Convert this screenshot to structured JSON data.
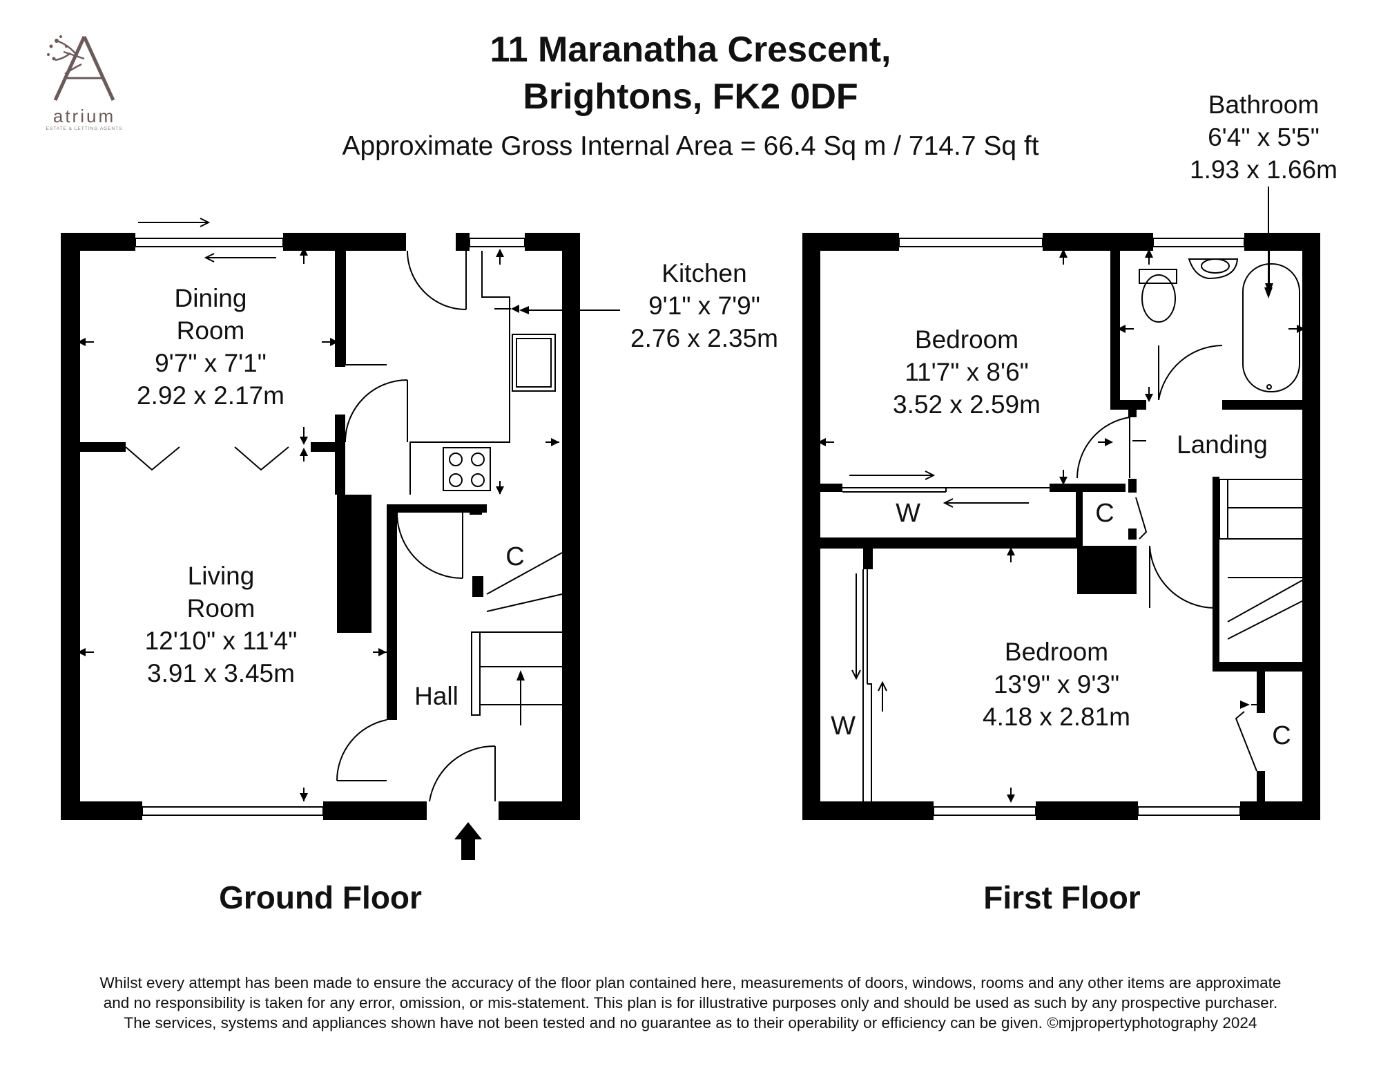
{
  "header": {
    "title_line1": "11 Maranatha Crescent,",
    "title_line2": "Brightons, FK2 0DF",
    "area": "Approximate Gross Internal Area = 66.4 Sq m / 714.7 Sq ft"
  },
  "logo": {
    "name": "atrium",
    "tagline": "ESTATE & LETTING AGENTS",
    "icon": "letter-a-tree-logo"
  },
  "ground_floor": {
    "label": "Ground Floor",
    "rooms": {
      "dining": {
        "name1": "Dining",
        "name2": "Room",
        "imperial": "9'7\" x 7'1\"",
        "metric": "2.92 x 2.17m"
      },
      "kitchen": {
        "name": "Kitchen",
        "imperial": "9'1\" x 7'9\"",
        "metric": "2.76 x 2.35m"
      },
      "living": {
        "name1": "Living",
        "name2": "Room",
        "imperial": "12'10\" x 11'4\"",
        "metric": "3.91 x 3.45m"
      },
      "hall": {
        "name": "Hall"
      },
      "cupboard": {
        "name": "C"
      }
    }
  },
  "first_floor": {
    "label": "First Floor",
    "rooms": {
      "bathroom": {
        "name": "Bathroom",
        "imperial": "6'4\" x 5'5\"",
        "metric": "1.93 x 1.66m"
      },
      "bedroom1": {
        "name": "Bedroom",
        "imperial": "11'7\" x 8'6\"",
        "metric": "3.52 x 2.59m"
      },
      "bedroom2": {
        "name": "Bedroom",
        "imperial": "13'9\" x 9'3\"",
        "metric": "4.18 x 2.81m"
      },
      "landing": {
        "name": "Landing"
      },
      "wardrobe1": {
        "name": "W"
      },
      "wardrobe2": {
        "name": "W"
      },
      "cupboard1": {
        "name": "C"
      },
      "cupboard2": {
        "name": "C"
      }
    }
  },
  "disclaimer": {
    "line1": "Whilst every attempt has been made to ensure the accuracy of the floor plan contained here, measurements of doors, windows, rooms and any other items are approximate",
    "line2": "and no responsibility is taken for any error, omission, or mis-statement. This plan is for illustrative purposes only and should be used as such by any prospective purchaser.",
    "line3": "The services, systems and appliances shown have not been tested and no guarantee as to their operability or efficiency can be given. ©mjpropertyphotography 2024"
  },
  "colors": {
    "wall": "#000000",
    "logo": "#6b5a58",
    "text": "#111111"
  }
}
